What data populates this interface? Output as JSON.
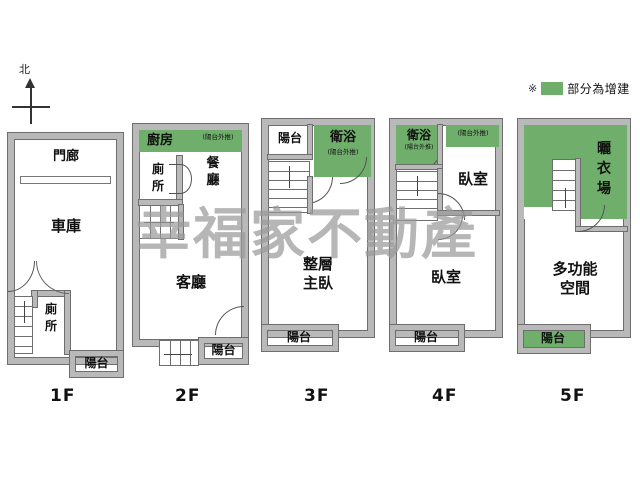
{
  "compass": {
    "label": "北",
    "name": "north-arrow"
  },
  "legend": {
    "marker": "※",
    "text": "部分為增建",
    "swatch_color": "#6fae6b"
  },
  "watermark": {
    "text": "幸福家不動產"
  },
  "notes": {
    "balcony_extension": "(陽台外推)"
  },
  "floors": [
    {
      "tag": "1F",
      "rooms": [
        {
          "name": "porch",
          "label": "門廊",
          "fill": "white"
        },
        {
          "name": "garage",
          "label": "車庫",
          "fill": "white"
        },
        {
          "name": "toilet",
          "label": "廁所",
          "fill": "white"
        },
        {
          "name": "balcony",
          "label": "陽台",
          "fill": "white"
        }
      ]
    },
    {
      "tag": "2F",
      "rooms": [
        {
          "name": "kitchen",
          "label": "廚房",
          "fill": "green",
          "note": "(陽台外推)"
        },
        {
          "name": "dining",
          "label": "餐廳",
          "fill": "white"
        },
        {
          "name": "toilet",
          "label": "廁所",
          "fill": "white"
        },
        {
          "name": "living",
          "label": "客廳",
          "fill": "white"
        },
        {
          "name": "balcony",
          "label": "陽台",
          "fill": "white"
        }
      ]
    },
    {
      "tag": "3F",
      "rooms": [
        {
          "name": "balcony-top",
          "label": "陽台",
          "fill": "white"
        },
        {
          "name": "bathroom",
          "label": "衛浴",
          "fill": "green",
          "note": "(陽台外推)"
        },
        {
          "name": "master-bedroom",
          "label": "整層\n主臥",
          "fill": "white"
        },
        {
          "name": "balcony-bottom",
          "label": "陽台",
          "fill": "white"
        }
      ]
    },
    {
      "tag": "4F",
      "rooms": [
        {
          "name": "bathroom",
          "label": "衛浴",
          "fill": "green",
          "note": "(陽台外推)"
        },
        {
          "name": "bedroom-upper",
          "label": "臥室",
          "fill": "white",
          "note": "(陽台外推)"
        },
        {
          "name": "bedroom-lower",
          "label": "臥室",
          "fill": "white"
        },
        {
          "name": "balcony",
          "label": "陽台",
          "fill": "white"
        }
      ]
    },
    {
      "tag": "5F",
      "rooms": [
        {
          "name": "drying-area",
          "label": "曬\n衣\n場",
          "fill": "green"
        },
        {
          "name": "multipurpose",
          "label": "多功能\n空間",
          "fill": "white"
        },
        {
          "name": "balcony",
          "label": "陽台",
          "fill": "green"
        }
      ]
    }
  ],
  "labels": {
    "f1": {
      "porch": "門廊",
      "garage": "車庫",
      "toilet_a": "廁",
      "toilet_b": "所",
      "balcony": "陽台",
      "tag": "1F"
    },
    "f2": {
      "kitchen": "廚房",
      "note": "(陽台外推)",
      "dining_a": "餐",
      "dining_b": "廳",
      "toilet_a": "廁",
      "toilet_b": "所",
      "living": "客廳",
      "balcony": "陽台",
      "tag": "2F"
    },
    "f3": {
      "balcony_top": "陽台",
      "bath": "衛浴",
      "note": "(陽台外推)",
      "master_a": "整層",
      "master_b": "主臥",
      "balcony_bottom": "陽台",
      "tag": "3F"
    },
    "f4": {
      "bath": "衛浴",
      "bath_note": "(陽台外推)",
      "note_top": "(陽台外推)",
      "bed_upper": "臥室",
      "bed_lower": "臥室",
      "balcony": "陽台",
      "tag": "4F"
    },
    "f5": {
      "dry_a": "曬",
      "dry_b": "衣",
      "dry_c": "場",
      "multi_a": "多功能",
      "multi_b": "空間",
      "balcony": "陽台",
      "tag": "5F"
    }
  }
}
